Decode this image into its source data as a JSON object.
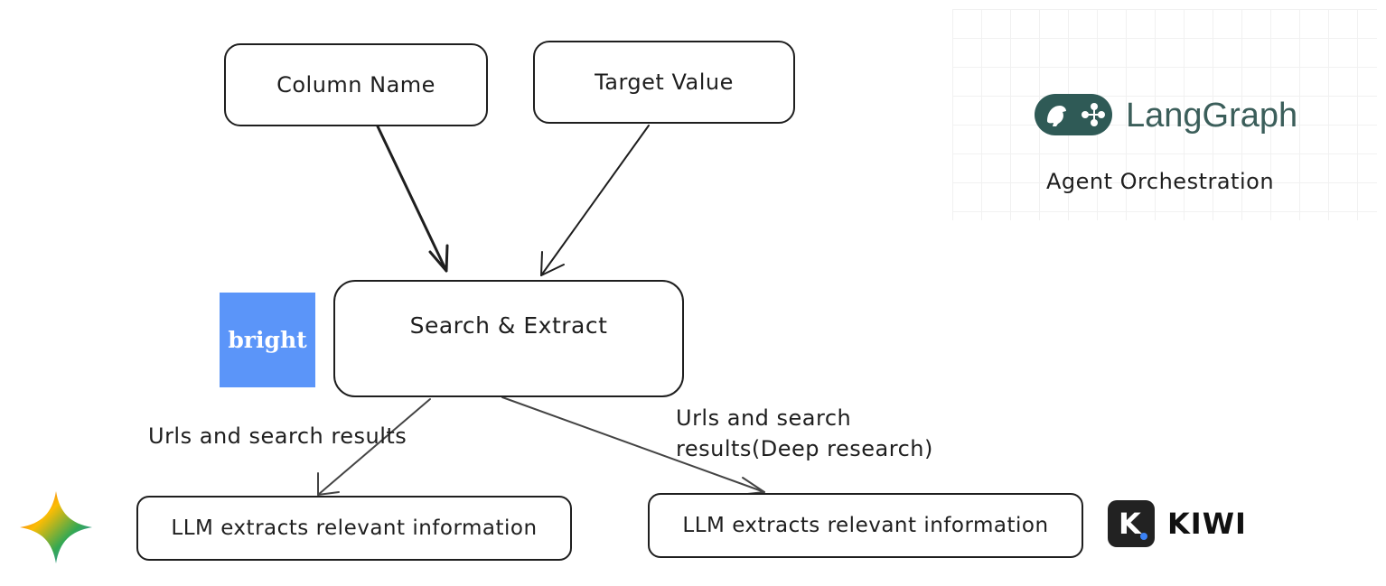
{
  "nodes": {
    "column_name": "Column Name",
    "target_value": "Target Value",
    "search_extract": "Search & Extract",
    "llm_left": "LLM extracts relevant information",
    "llm_right": "LLM extracts relevant information"
  },
  "edge_labels": {
    "left": "Urls and search results",
    "right_line1": "Urls and search",
    "right_line2": "results(Deep research)"
  },
  "logos": {
    "langgraph": "LangGraph",
    "langgraph_caption": "Agent Orchestration",
    "bright": "bright",
    "kiwi": "KIWI",
    "kiwi_letter": "K",
    "gemini_icon": "gemini-star-icon",
    "langgraph_icon": "parrot-graph-icon"
  },
  "colors": {
    "bright_blue": "#5b95f9",
    "langgraph_teal": "#2f5a56",
    "stroke": "#1e1e1e"
  }
}
